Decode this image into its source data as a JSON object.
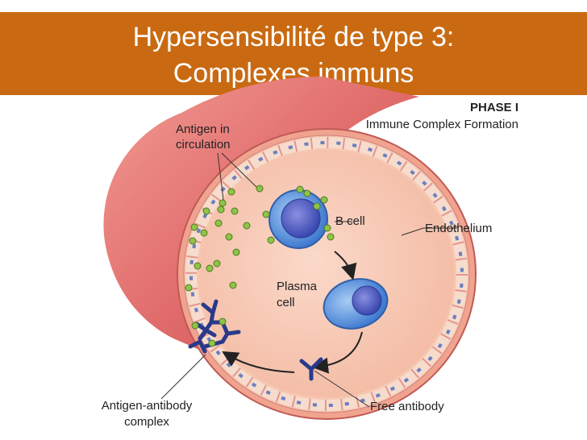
{
  "header": {
    "title_line1": "Hypersensibilité de type 3:",
    "title_line2": "Complexes immuns",
    "background_color": "#c96a12"
  },
  "diagram": {
    "phase": "PHASE I",
    "phase_subtitle": "Immune Complex Formation",
    "labels": {
      "antigen_line1": "Antigen in",
      "antigen_line2": "circulation",
      "b_cell": "B cell",
      "endothelium": "Endothelium",
      "plasma_line1": "Plasma",
      "plasma_line2": "cell",
      "complex_line1": "Antigen-antibody",
      "complex_line2": "complex",
      "free_antibody": "Free antibody"
    },
    "colors": {
      "vessel_wall": "#e06c6c",
      "vessel_lumen": "#f6c9b6",
      "antigen": "#8fc34a",
      "b_cell": "#5b8fd6",
      "antibody": "#2a3a8a"
    }
  }
}
